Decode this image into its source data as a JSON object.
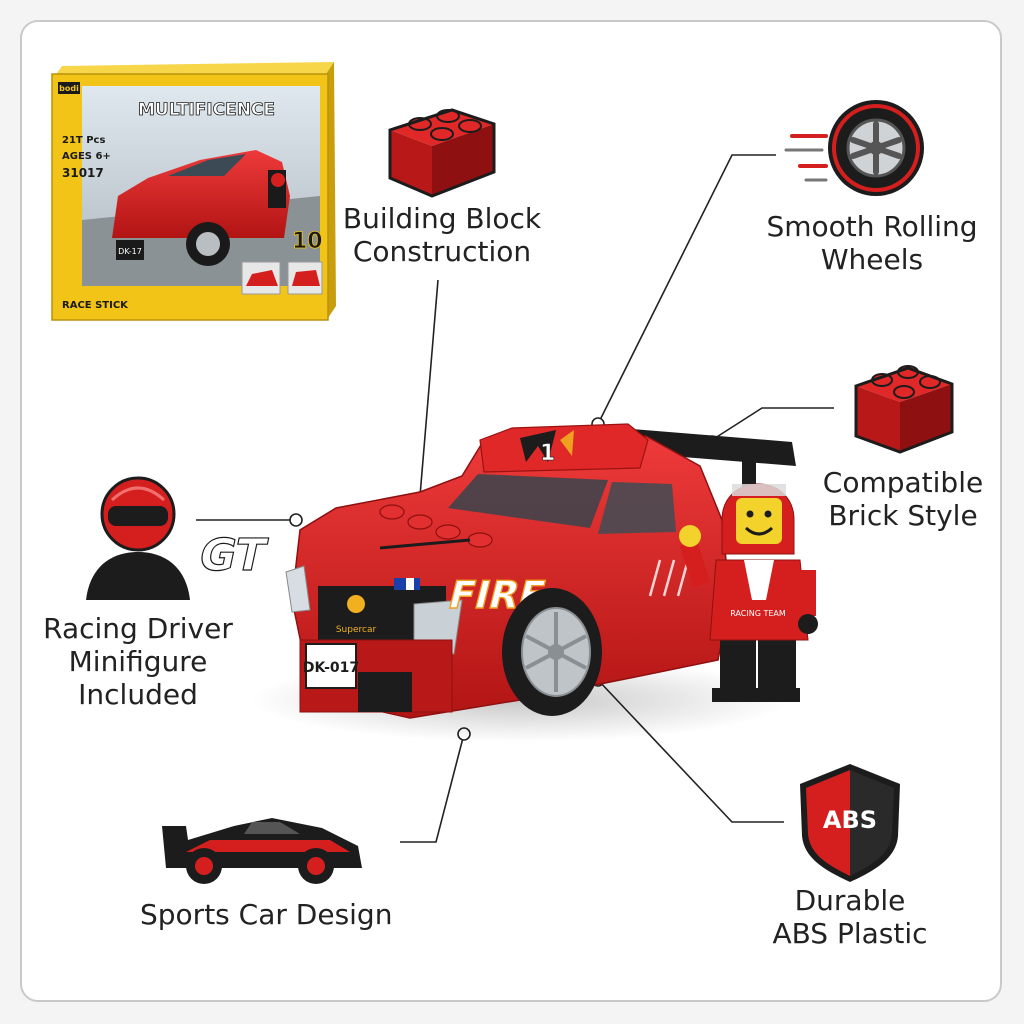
{
  "box": {
    "brand": "bodi",
    "title": "MULTIFICENCE",
    "line1": "21T Pcs",
    "line2": "AGES 6+",
    "set_number": "31017",
    "badge": "10",
    "car_plate": "DK-17",
    "series": "RACE STICK"
  },
  "car": {
    "hood_number": "1",
    "side_logo": "GT",
    "side_text": "FIRE",
    "plate": "DK-017",
    "grille_text": "Supercar",
    "driver_jacket": "RACING TEAM"
  },
  "features": [
    {
      "id": "block",
      "line1": "Building Block",
      "line2": "Construction",
      "icon": "red-brick-icon"
    },
    {
      "id": "wheels",
      "line1": "Smooth Rolling",
      "line2": "Wheels",
      "icon": "wheel-icon"
    },
    {
      "id": "compatible",
      "line1": "Compatible",
      "line2": "Brick Style",
      "icon": "red-brick-icon"
    },
    {
      "id": "driver",
      "line1": "Racing Driver",
      "line2": "Minifigure",
      "line3": "Included",
      "icon": "helmet-driver-icon"
    },
    {
      "id": "sports",
      "line1": "Sports Car Design",
      "icon": "sports-car-icon"
    },
    {
      "id": "abs",
      "line1": "Durable",
      "line2": "ABS Plastic",
      "icon": "abs-shield-icon",
      "badge": "ABS"
    }
  ],
  "colors": {
    "accent": "#d51f1f",
    "dark": "#1c1c1c",
    "box_yellow": "#f2c417",
    "line": "#222222"
  }
}
